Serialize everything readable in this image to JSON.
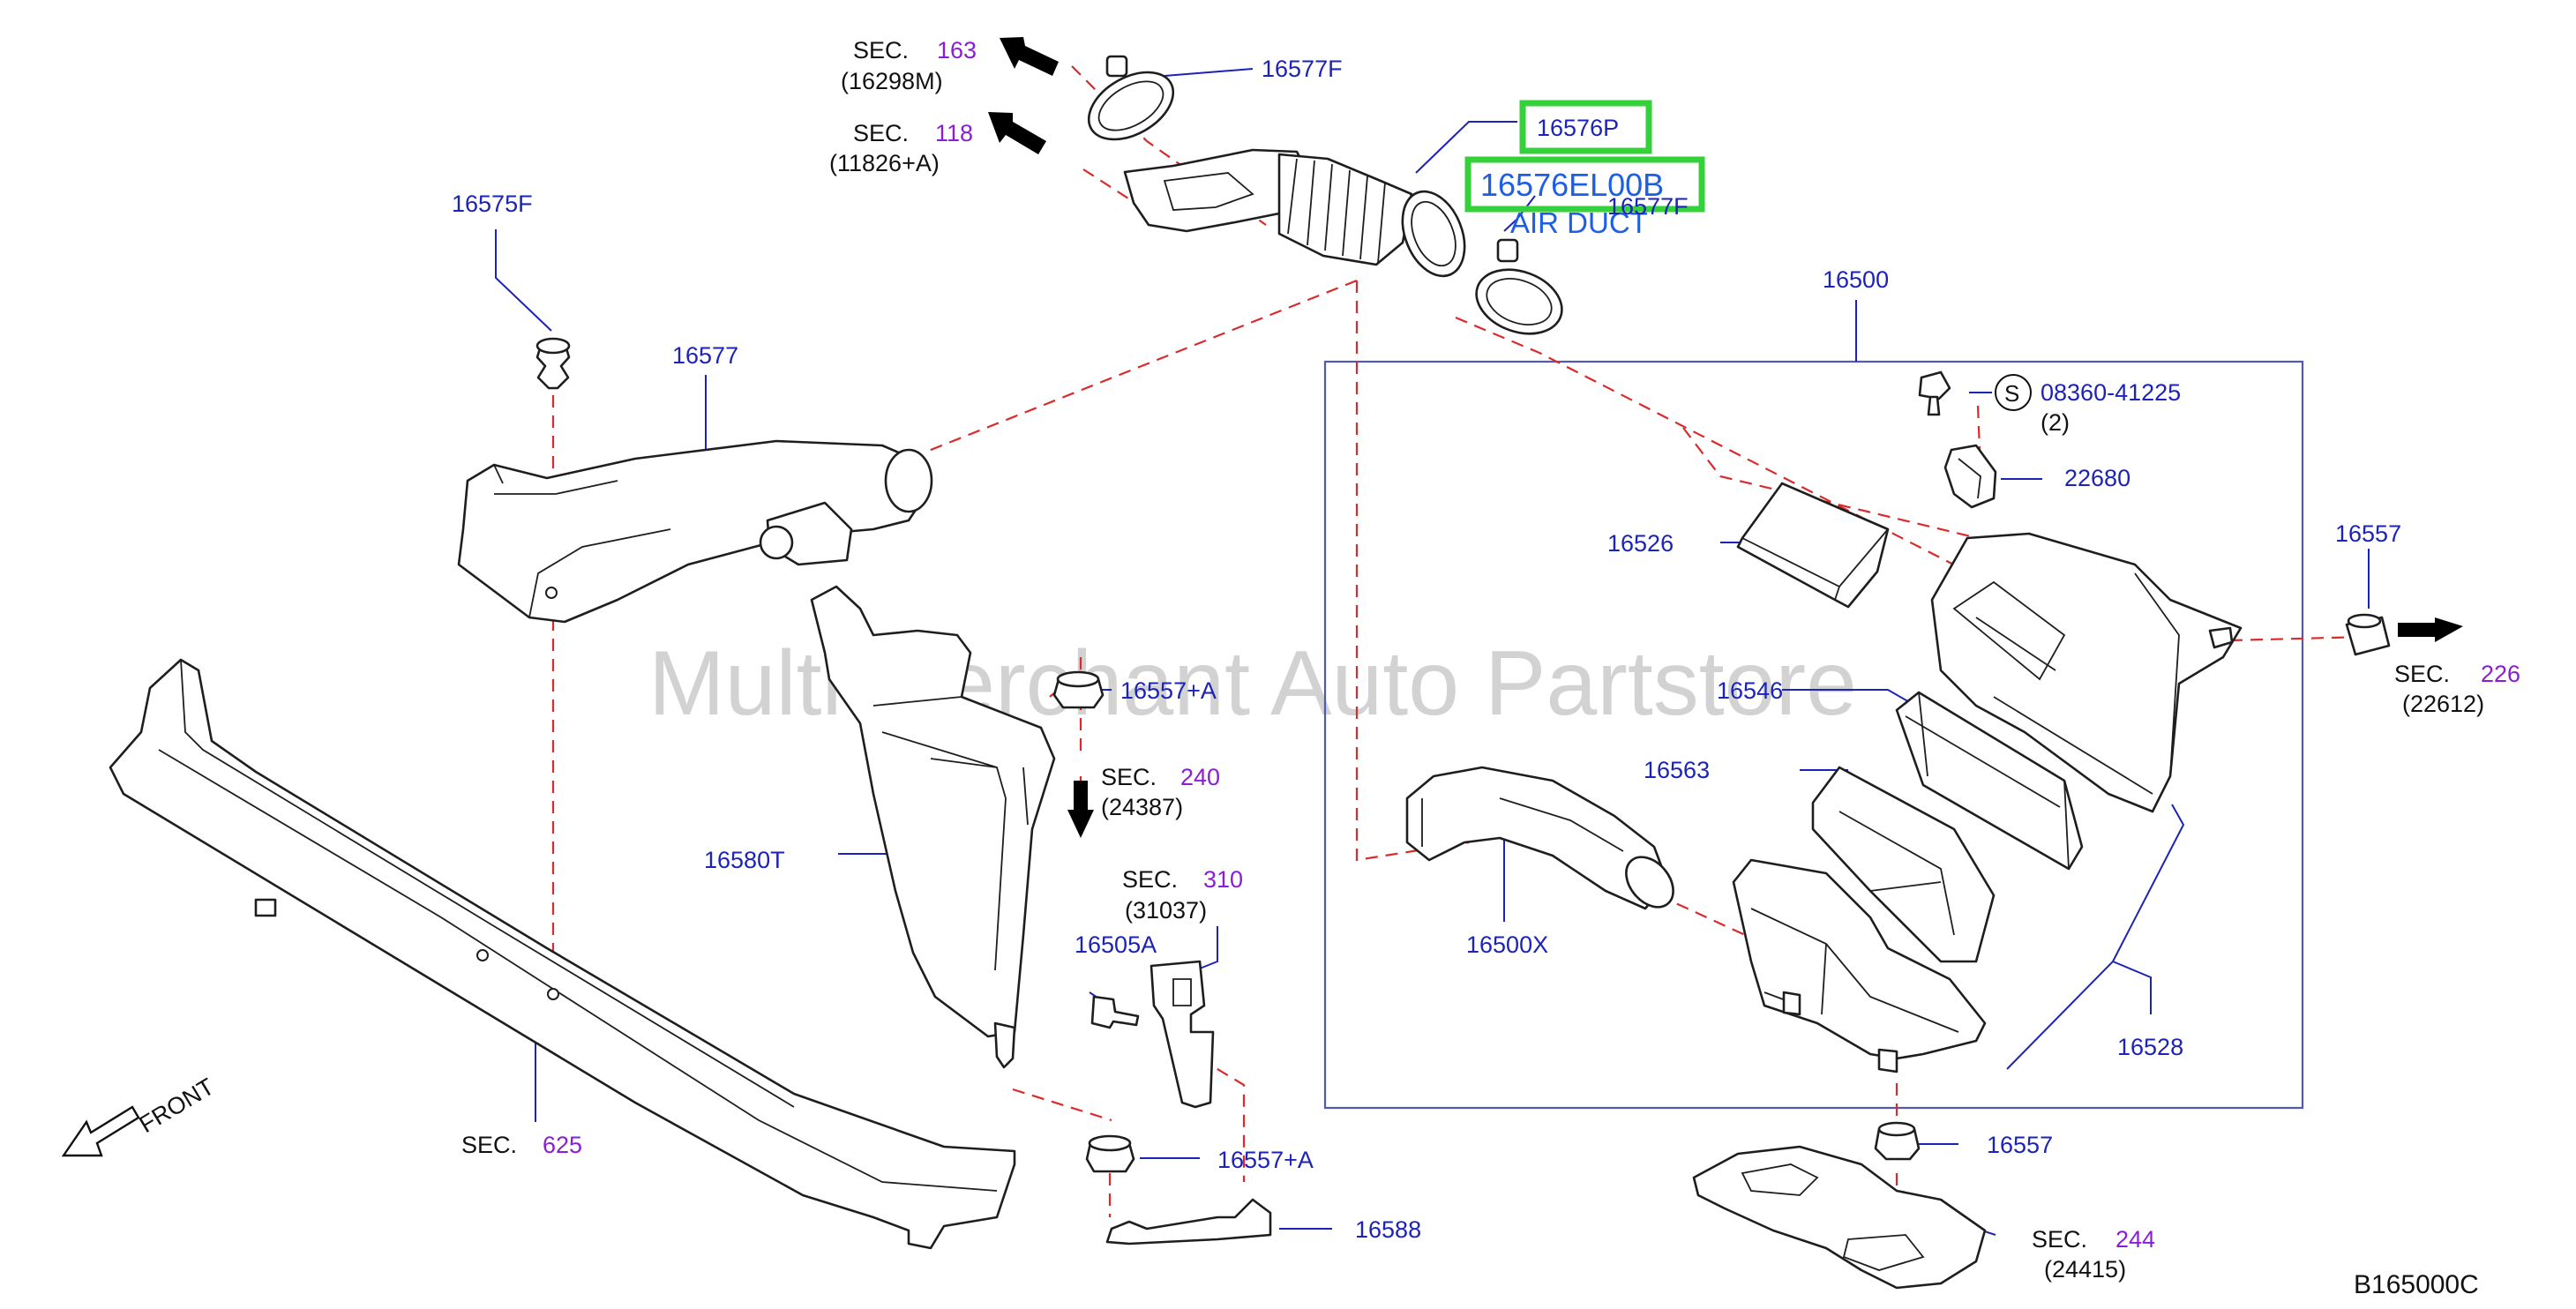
{
  "watermark": "Multi Merchant Auto Partstore",
  "diagram_code": "B165000C",
  "front_label": "FRONT",
  "highlighted": {
    "part_a": "16576P",
    "part_b": "16576EL00B",
    "part_b_name": "AIR DUCT",
    "highlight_color": "#34d13a"
  },
  "sec_word": "SEC.",
  "sections": [
    {
      "num": "163",
      "ref": "(16298M)"
    },
    {
      "num": "118",
      "ref": "(11826+A)"
    },
    {
      "num": "240",
      "ref": "(24387)"
    },
    {
      "num": "310",
      "ref": "(31037)"
    },
    {
      "num": "226",
      "ref": "(22612)"
    },
    {
      "num": "625",
      "ref": ""
    },
    {
      "num": "244",
      "ref": "(24415)"
    }
  ],
  "parts": {
    "clamp_top": "16577F",
    "clamp_mid": "16577F",
    "clip_left": "16575F",
    "duct_16577": "16577",
    "assembly": "16500",
    "bolt": "08360-41225",
    "bolt_circle": "S",
    "bolt_qty": "(2)",
    "sensor": "22680",
    "cover": "16526",
    "mount_right": "16557",
    "element": "16546",
    "grommet_a": "16557+A",
    "resonator": "16580T",
    "tray": "16563",
    "inlet": "16500X",
    "grommet_b": "16557+A",
    "valve": "16505A",
    "case": "16528",
    "mount_bottom": "16557",
    "bracket": "16588"
  },
  "colors": {
    "part_number": "#1c23b8",
    "section_number": "#8a1ed6",
    "dashed_line": "#d92b2b"
  }
}
